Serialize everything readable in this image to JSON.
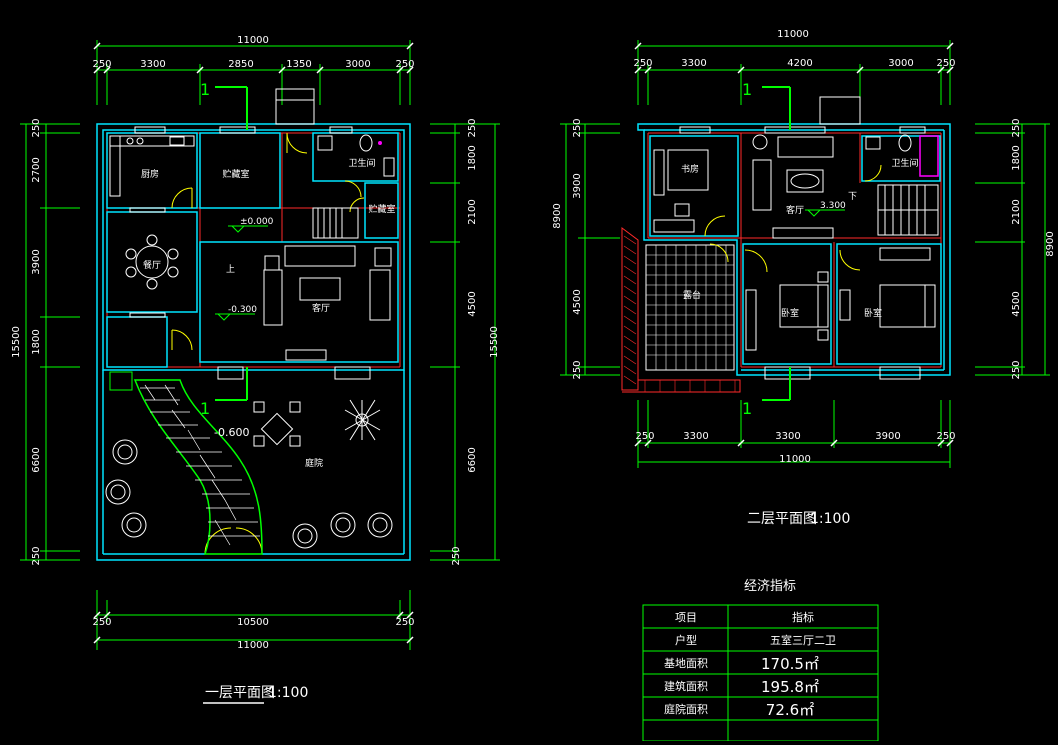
{
  "colors": {
    "background": "#000000",
    "wall": "#00e5ff",
    "dimension_line": "#00ff00",
    "grid_red": "#ff2a2a",
    "furniture": "#ffffff",
    "section_mark": "#00ff00",
    "landscape": "#00ff00",
    "tub": "#ff00ff"
  },
  "plan1": {
    "title": "一层平面图",
    "scale": "1:100",
    "dims_top_total": "11000",
    "dims_top": [
      "250",
      "3300",
      "2850",
      "1350",
      "3000",
      "250"
    ],
    "dims_bottom": [
      "250",
      "10500",
      "250"
    ],
    "dims_bottom_total": "11000",
    "dims_left": [
      "250",
      "2700",
      "3900",
      "1800",
      "6600",
      "250"
    ],
    "dims_left_total": "15500",
    "dims_right": [
      "250",
      "1800",
      "2100",
      "4500",
      "6600",
      "250"
    ],
    "dims_right_total": "15500",
    "section_label": "1",
    "rooms": {
      "kitchen": "厨房",
      "storage1": "贮藏室",
      "bath": "卫生间",
      "storage2": "贮藏室",
      "dining": "餐厅",
      "living": "客厅",
      "yard": "庭院"
    },
    "levels": {
      "floor": "±0.000",
      "living": "-0.300",
      "yard": "-0.600"
    },
    "up_mark": "上"
  },
  "plan2": {
    "title": "二层平面图",
    "scale": "1:100",
    "dims_top_total": "11000",
    "dims_top": [
      "250",
      "3300",
      "4200",
      "3000",
      "250"
    ],
    "dims_bottom": [
      "250",
      "3300",
      "3300",
      "3900",
      "250"
    ],
    "dims_bottom_total": "11000",
    "dims_left": [
      "250",
      "3900",
      "4500",
      "250"
    ],
    "dims_left_total": "8900",
    "dims_right": [
      "250",
      "1800",
      "2100",
      "4500",
      "250"
    ],
    "dims_right_total": "8900",
    "section_label": "1",
    "rooms": {
      "study": "书房",
      "living": "客厅",
      "bath": "卫生间",
      "terrace": "露台",
      "bed1": "卧室",
      "bed2": "卧室"
    },
    "levels": {
      "floor": "3.300"
    },
    "down_mark": "下"
  },
  "table": {
    "title": "经济指标",
    "headers": [
      "项目",
      "指标"
    ],
    "rows": [
      {
        "item": "户型",
        "value": "五室三厅二卫"
      },
      {
        "item": "基地面积",
        "value": "170.5㎡"
      },
      {
        "item": "建筑面积",
        "value": "195.8㎡"
      },
      {
        "item": "庭院面积",
        "value": "72.6㎡"
      }
    ]
  }
}
